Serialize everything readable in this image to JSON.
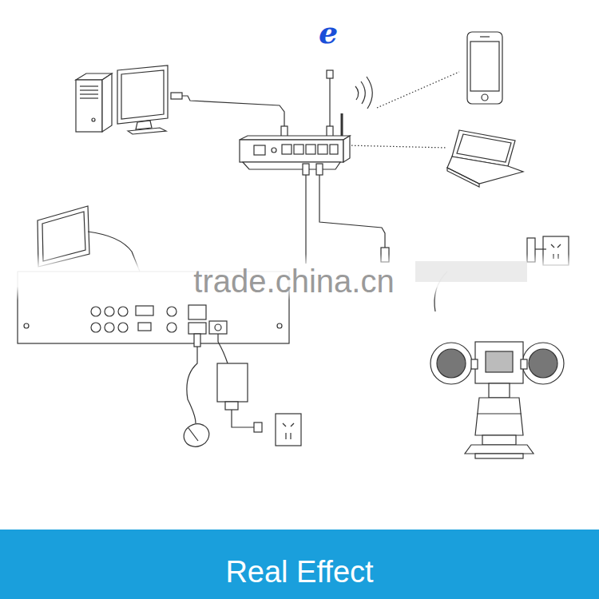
{
  "diagram": {
    "caption": "Real Effect",
    "labels": [
      "e",
      "trade.china.cn"
    ]
  }
}
